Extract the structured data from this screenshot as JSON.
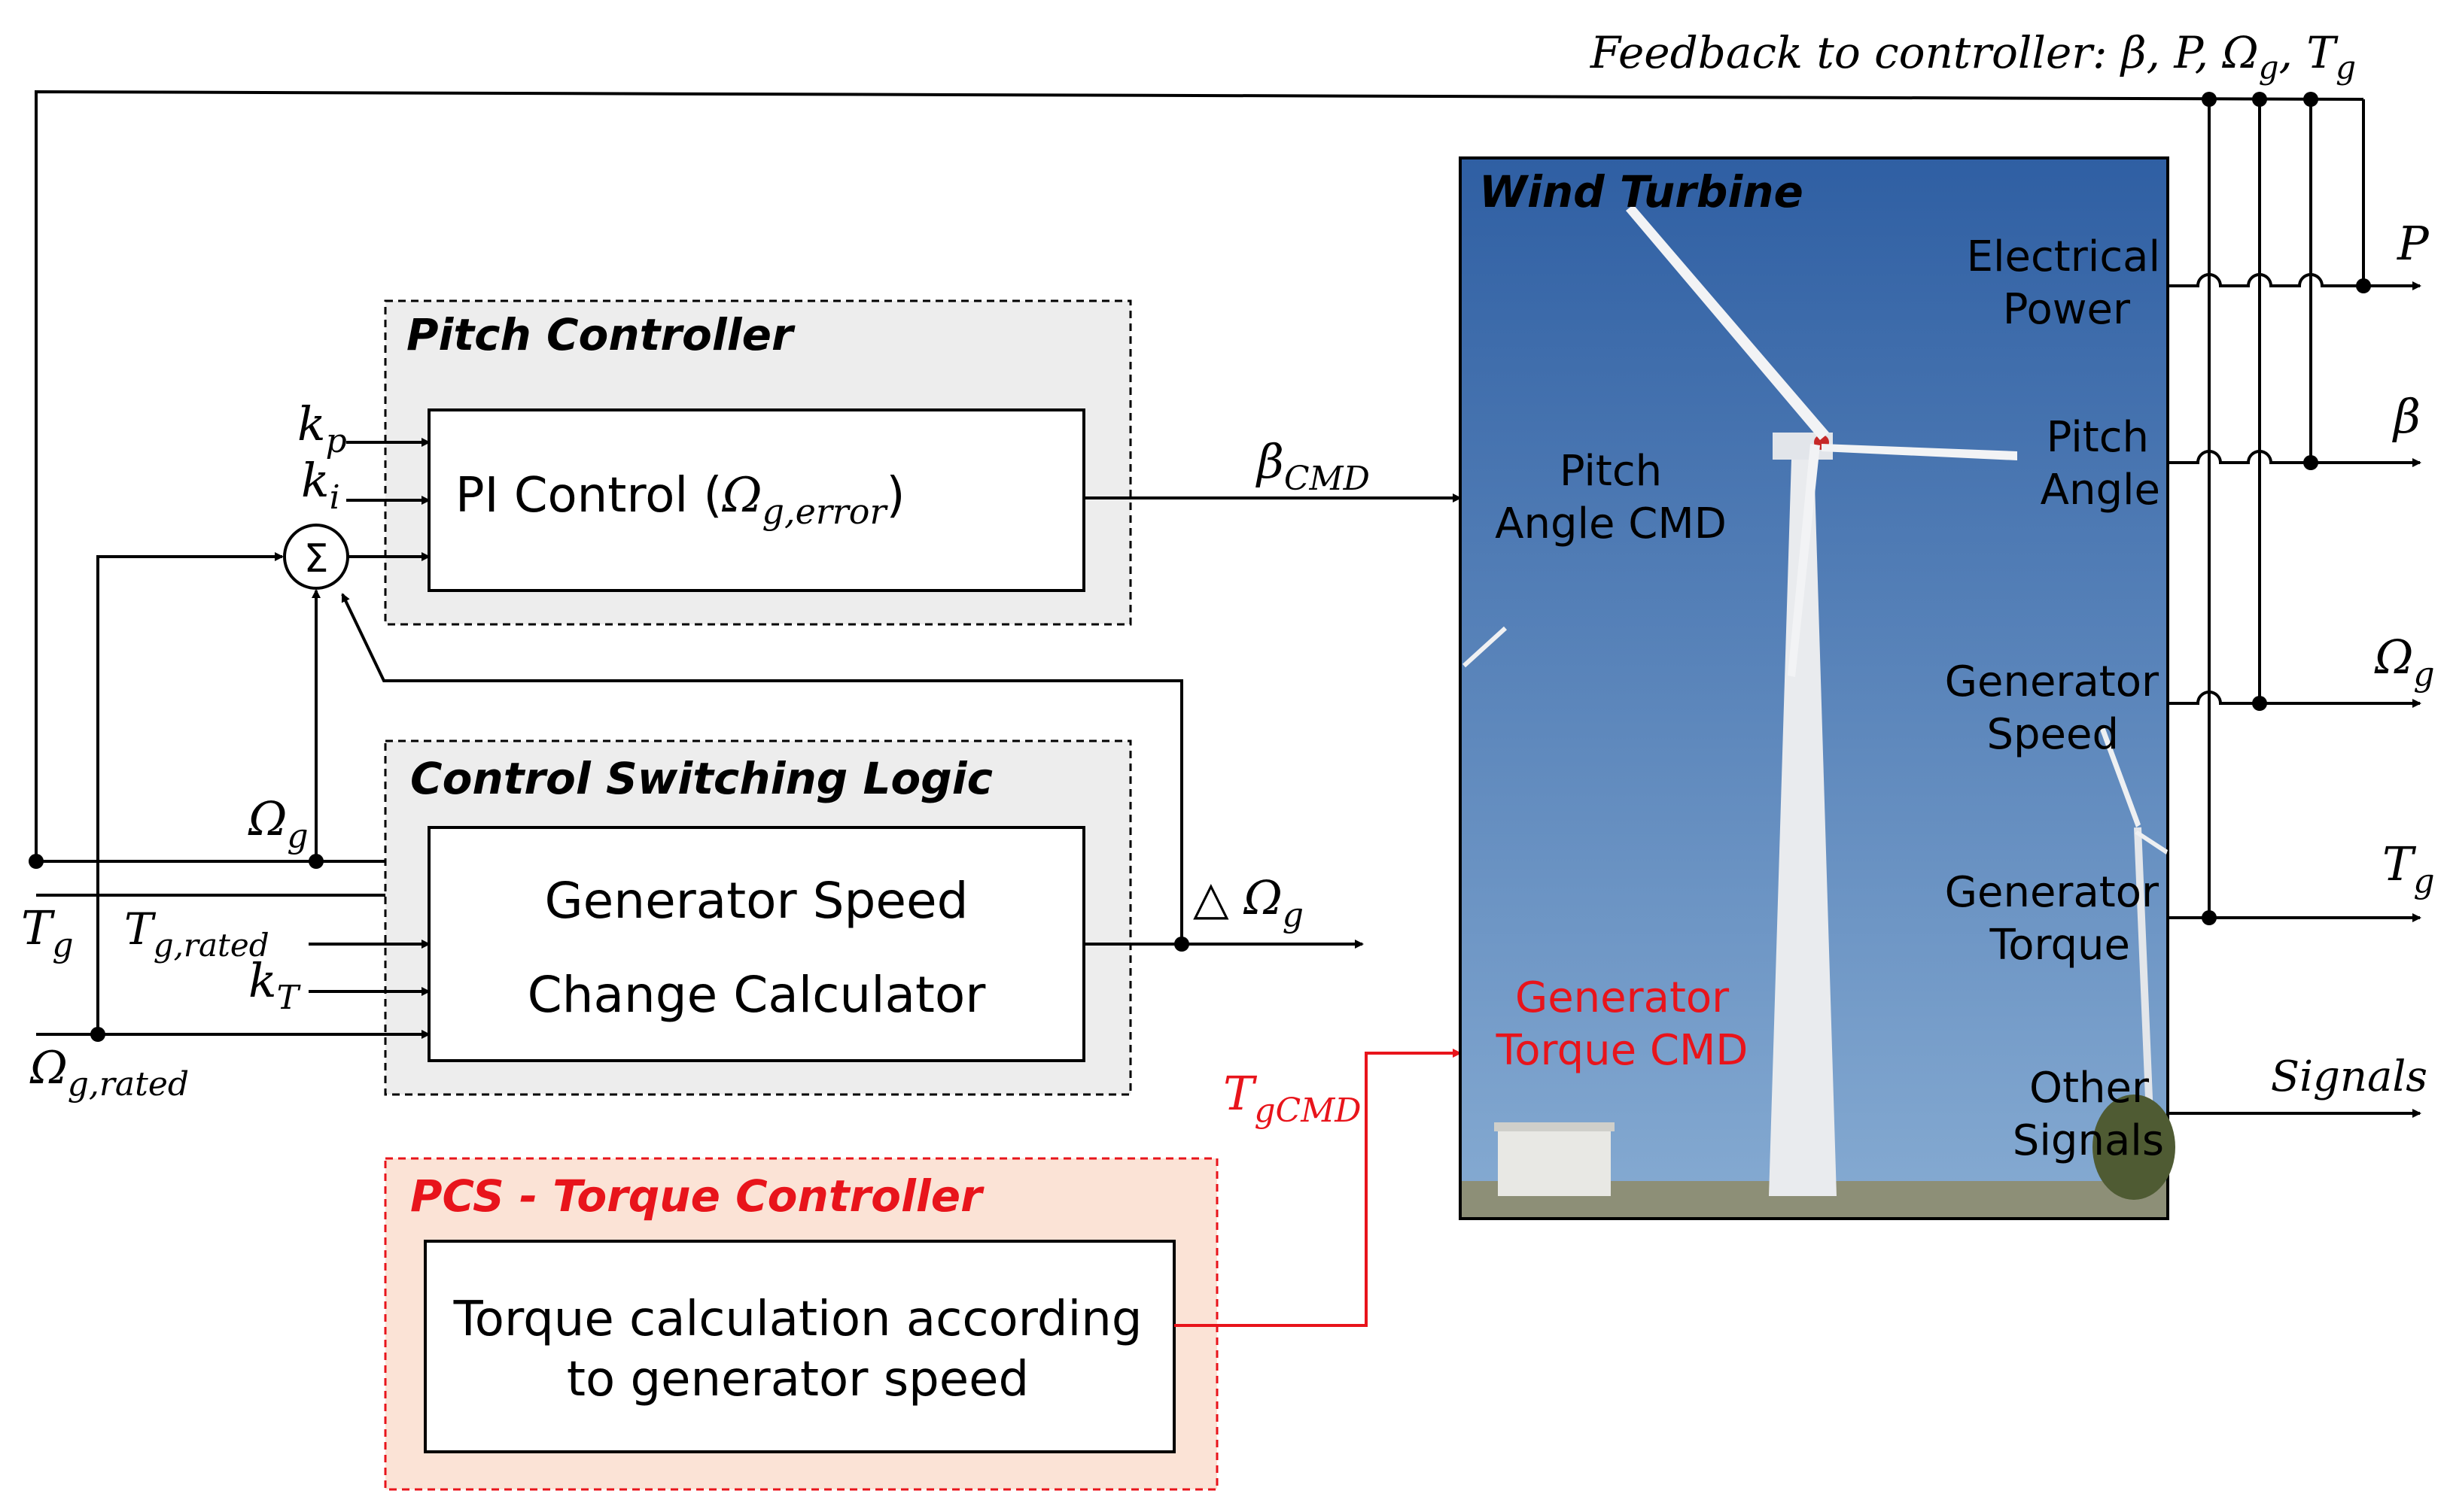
{
  "colors": {
    "line": "#000000",
    "accent_red": "#e8141b",
    "pitch_group_fill": "#ededed",
    "pcs_group_fill": "#fbe3d6",
    "sky_top": "#2f5fa3",
    "sky_bottom": "#7ea5cf"
  },
  "feedback": {
    "text": "Feedback to controller: β, P, Ω",
    "sub": "g",
    "text2": ", T",
    "sub2": "g"
  },
  "pitch_controller": {
    "title": "Pitch Controller",
    "block": "PI Control (",
    "block_var": "Ω",
    "block_sub": "g,error",
    "block_end": ")",
    "kp": "k",
    "kp_sub": "p",
    "ki": "k",
    "ki_sub": "i",
    "sum": "Σ"
  },
  "switching": {
    "title": "Control Switching Logic",
    "line1": "Generator Speed",
    "line2": "Change Calculator",
    "omega_g": "Ω",
    "omega_g_sub": "g",
    "tg_rated": "T",
    "tg_rated_sub": "g,rated",
    "kt": "k",
    "kt_sub": "T",
    "tg": "T",
    "tg_sub": "g",
    "omega_rated": "Ω",
    "omega_rated_sub": "g,rated",
    "delta_omega": "△ Ω",
    "delta_omega_sub": "g"
  },
  "pcs": {
    "title": "PCS - Torque Controller",
    "line1": "Torque calculation according",
    "line2": "to generator speed",
    "out": "T",
    "out_sub": "gCMD"
  },
  "signals_in": {
    "beta_cmd": "β",
    "beta_cmd_sub": "CMD"
  },
  "turbine": {
    "title": "Wind Turbine",
    "pitch_cmd_1": "Pitch",
    "pitch_cmd_2": "Angle CMD",
    "torque_cmd_1": "Generator",
    "torque_cmd_2": "Torque CMD",
    "out_power_1": "Electrical",
    "out_power_2": "Power",
    "out_pitch_1": "Pitch",
    "out_pitch_2": "Angle",
    "out_speed_1": "Generator",
    "out_speed_2": "Speed",
    "out_torque_1": "Generator",
    "out_torque_2": "Torque",
    "out_other_1": "Other",
    "out_other_2": "Signals"
  },
  "outputs": {
    "P": "P",
    "beta": "β",
    "omega": "Ω",
    "omega_sub": "g",
    "tg": "T",
    "tg_sub": "g",
    "signals": "Signals"
  }
}
